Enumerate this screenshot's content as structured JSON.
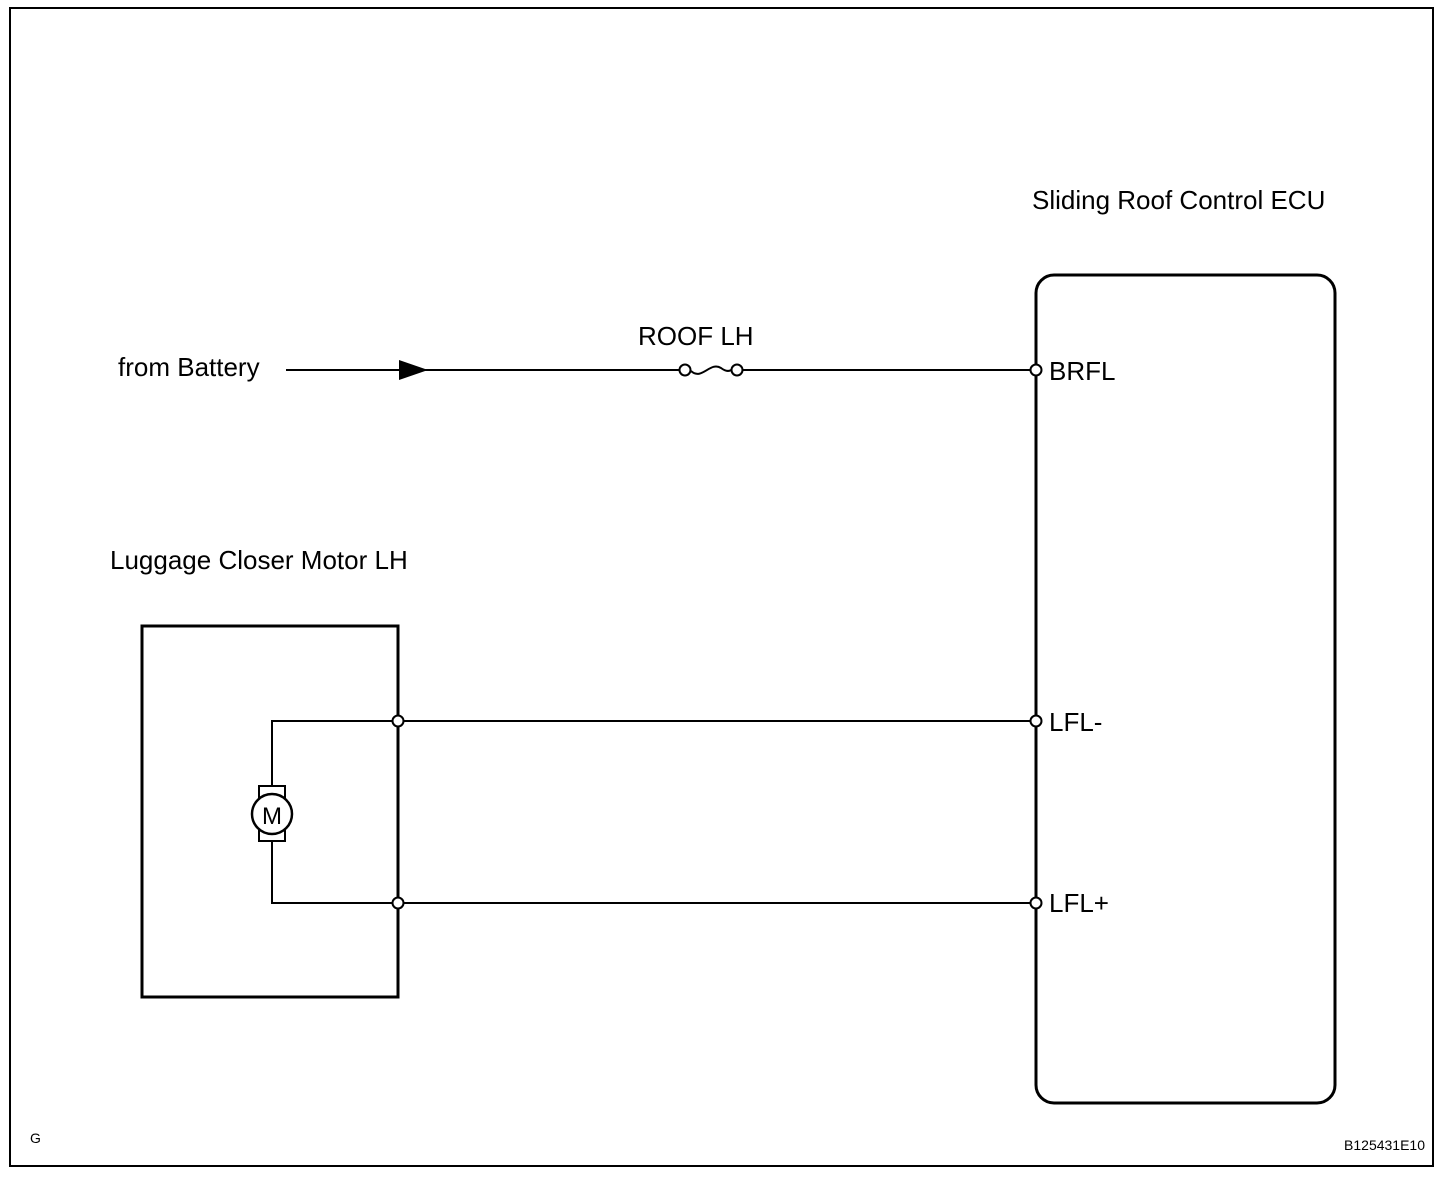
{
  "ecu": {
    "title": "Sliding Roof Control ECU",
    "terminals": {
      "battery": "BRFL",
      "motor_neg": "LFL-",
      "motor_pos": "LFL+"
    }
  },
  "motor": {
    "title": "Luggage Closer Motor LH",
    "symbol": "M"
  },
  "source": {
    "label": "from Battery"
  },
  "fuse": {
    "label": "ROOF LH"
  },
  "footer": {
    "left_code": "G",
    "figure_id": "B125431E10"
  }
}
